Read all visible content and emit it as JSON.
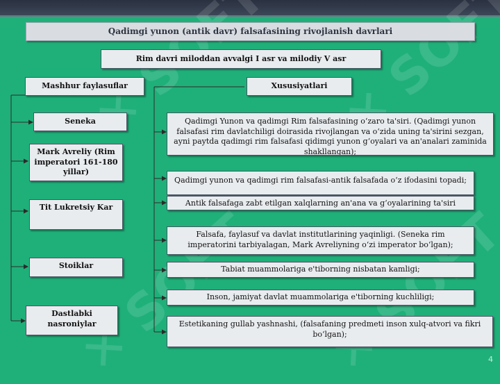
{
  "title": "Qadimgi yunon (antik davr) falsafasining rivojlanish davrlari",
  "period": "Rim davri miloddan avvalgi I asr va milodiy V asr",
  "left_header": "Mashhur faylasuflar",
  "right_header": "Xususiyatlari",
  "philosophers": [
    "Seneka",
    "Mark Avreliy (Rim imperatori 161-180 yillar)",
    "Tit Lukretsiy Kar",
    "Stoiklar",
    "Dastlabki nasroniylar"
  ],
  "features": [
    "Qadimgi Yunon va qadimgi Rim falsafasining o‘zaro ta'siri. (Qadimgi yunon falsafasi rim davlatchiligi doirasida rivojlangan va o‘zida uning ta'sirini sezgan, ayni paytda qadimgi rim falsafasi qidimgi yunon g‘oyalari va an'analari zaminida shakllangan);",
    "Qadimgi yunon va qadimgi rim falsafasi-antik falsafada o‘z ifodasini topadi;",
    "Antik falsafaga zabt etilgan xalqlarning an'ana va g‘oyalarining ta'siri",
    "Falsafa, faylasuf va davlat institutlarining yaqinligi. (Seneka rim imperatorini tarbiyalagan, Mark Avreliyning o‘zi imperator bo‘lgan);",
    "Tabiat muammolariga e'tiborning nisbatan kamligi;",
    "Inson, jamiyat davlat muammolariga e'tiborning kuchliligi;",
    "Estetikaning gullab yashnashi, (falsafaning predmeti inson xulq-atvori va fikri bo‘lgan);"
  ],
  "watermark_text": "SOFT",
  "page_number": "4",
  "colors": {
    "background": "#1fb07a",
    "box": "#e9ecef",
    "line": "#2b2b2b"
  }
}
